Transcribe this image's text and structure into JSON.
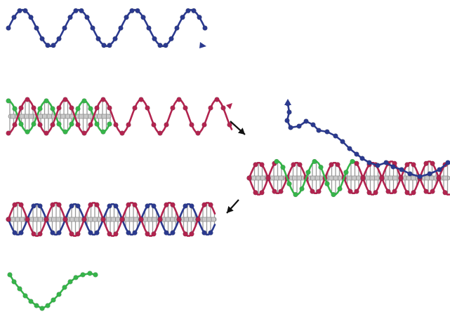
{
  "figure": {
    "colors": {
      "blue": "#2b3a8f",
      "red": "#b2244f",
      "green": "#36b54a",
      "grey": "#9a9a9a",
      "arrow": "#111111"
    },
    "panels": [
      {
        "id": "blue-single-strand",
        "composition": [
          "blue"
        ]
      },
      {
        "id": "red-green-duplex",
        "composition": [
          "red",
          "green"
        ]
      },
      {
        "id": "complex-with-displaced-blue",
        "composition": [
          "red",
          "green",
          "blue"
        ]
      },
      {
        "id": "red-blue-duplex",
        "composition": [
          "red",
          "blue"
        ]
      },
      {
        "id": "green-single-strand",
        "composition": [
          "green"
        ]
      }
    ],
    "arrows": [
      {
        "from": "red-green-duplex",
        "to": "complex-with-displaced-blue"
      },
      {
        "from": "complex-with-displaced-blue",
        "to": "red-blue-duplex"
      }
    ]
  }
}
